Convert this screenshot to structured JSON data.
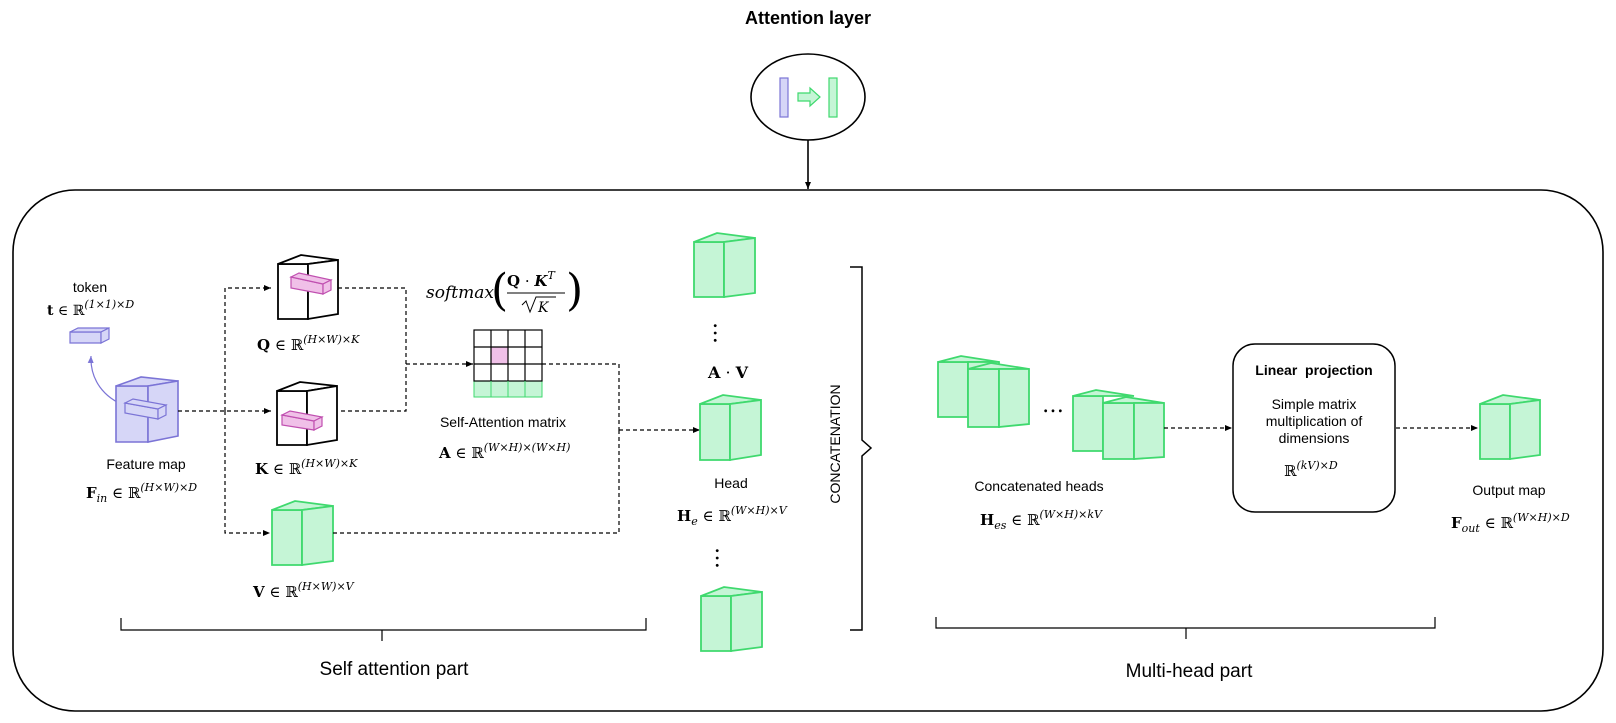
{
  "title": "Attention layer",
  "token": {
    "label": "token",
    "formula": {
      "sym": "t",
      "sup": "(1×1)×D"
    }
  },
  "feature_map": {
    "label": "Feature map",
    "formula": {
      "sym": "F",
      "sub": "in",
      "sup": "(H×W)×D"
    }
  },
  "q": {
    "formula": {
      "sym": "Q",
      "sup": "(H×W)×K"
    }
  },
  "k": {
    "formula": {
      "sym": "K",
      "sup": "(H×W)×K"
    }
  },
  "v": {
    "formula": {
      "sym": "V",
      "sup": "(H×W)×V"
    }
  },
  "softmax": {
    "func": "softmax",
    "numerator_q": "Q",
    "numerator_op": " · ",
    "numerator_k": "K",
    "numerator_sup": "T",
    "denominator": "K"
  },
  "attention_matrix": {
    "label": "Self-Attention matrix",
    "formula": {
      "sym": "A",
      "sup": "(W×H)×(W×H)"
    }
  },
  "av": {
    "left": "A",
    "op": " · ",
    "right": "V"
  },
  "head": {
    "label": "Head",
    "formula": {
      "sym": "H",
      "sub": "e",
      "sup": "(W×H)×V"
    }
  },
  "concatenation": "CONCATENATION",
  "concat_heads": {
    "label": "Concatenated heads",
    "formula": {
      "sym": "H",
      "sub": "es",
      "sup": "(W×H)×kV"
    }
  },
  "linear_projection": {
    "title": "Linear  projection",
    "desc_lines": [
      "Simple matrix",
      "multiplication of",
      "dimensions"
    ],
    "formula_sup": "(kV)×D"
  },
  "output_map": {
    "label": "Output map",
    "formula": {
      "sym": "F",
      "sub": "out",
      "sup": "(W×H)×D"
    }
  },
  "self_attention_part": "Self attention part",
  "multi_head_part": "Multi-head part",
  "symbols": {
    "in": " ∈ ",
    "reals": "ℝ"
  },
  "colors": {
    "blue_fill": "#d6d6f7",
    "blue_stroke": "#7b74d6",
    "green_fill": "#c5f5d6",
    "green_stroke": "#3fd96e",
    "pink_fill": "#f0c0e8",
    "pink_stroke": "#c050b0",
    "line": "#000000"
  }
}
